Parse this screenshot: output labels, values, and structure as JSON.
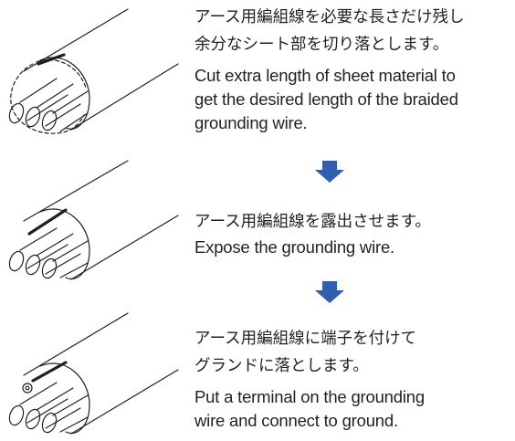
{
  "steps": [
    {
      "jp_lines": [
        "アース用編組線を必要な長さだけ残し",
        "余分なシート部を切り落とします。"
      ],
      "en_lines": [
        "Cut extra length of sheet material to",
        "get the desired length of the braided",
        "grounding wire."
      ]
    },
    {
      "jp_lines": [
        "アース用編組線を露出させます。"
      ],
      "en_lines": [
        "Expose the grounding wire."
      ]
    },
    {
      "jp_lines": [
        "アース用編組線に端子を付けて",
        "グランドに落とします。"
      ],
      "en_lines": [
        "Put a terminal on the grounding",
        "wire and connect to ground."
      ]
    }
  ],
  "colors": {
    "arrow": "#2f5fae",
    "line": "#231f20"
  },
  "icons": {
    "step1": "cable-cut-sheet-illustration",
    "step2": "cable-exposed-wire-illustration",
    "step3": "cable-terminal-illustration",
    "arrow": "down-arrow-icon"
  }
}
